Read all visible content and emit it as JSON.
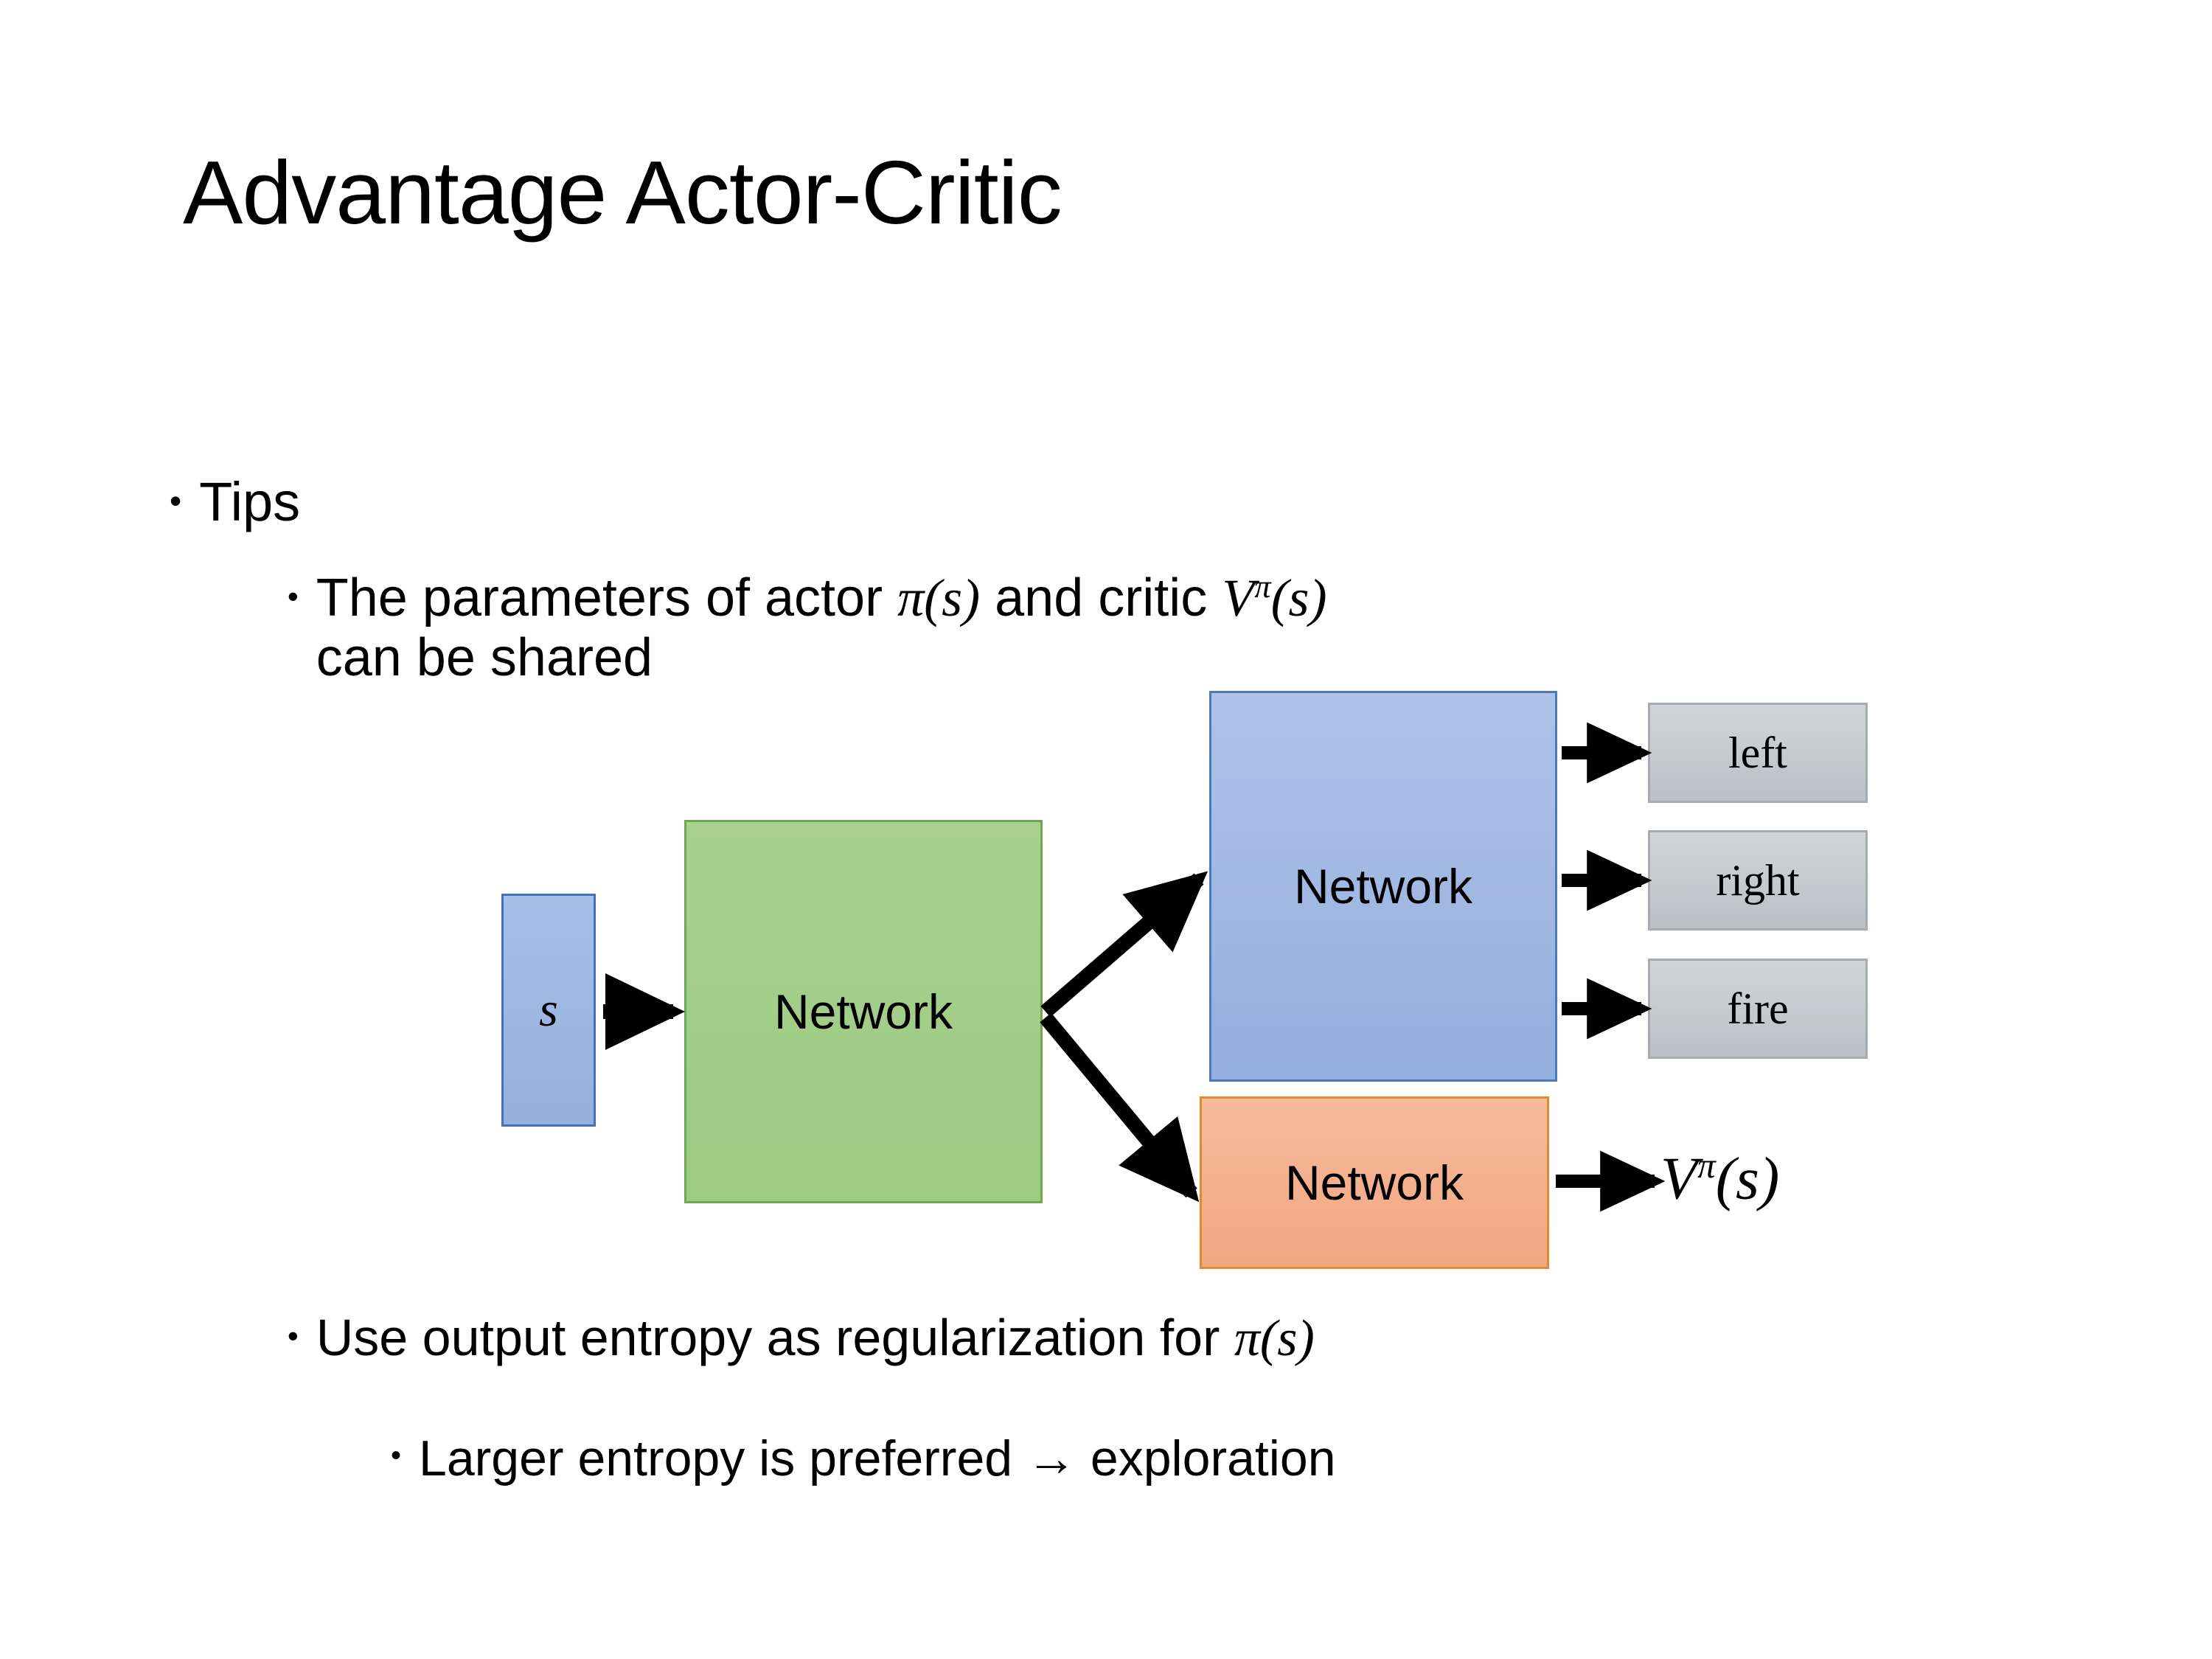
{
  "slide": {
    "title": "Advantage Actor-Critic",
    "background_color": "#ffffff"
  },
  "bullets": {
    "tips": {
      "marker": "•",
      "text": "Tips"
    },
    "shared_params": {
      "marker": "•",
      "text_part1": "The parameters of actor ",
      "math_pi_s": "π(s)",
      "text_part2": "  and critic ",
      "math_v_base": "V",
      "math_v_sup": "π",
      "math_v_arg": "(s)",
      "text_line2": "can be shared"
    },
    "entropy": {
      "marker": "•",
      "text_part1": "Use output entropy as regularization for ",
      "math_pi_s": "π(s)"
    },
    "larger_entropy": {
      "marker": "•",
      "text": "Larger entropy is preferred → exploration"
    }
  },
  "diagram": {
    "state_box": {
      "label": "s",
      "fill": "#9cb5e0",
      "border": "#4472b8"
    },
    "shared_network": {
      "label": "Network",
      "fill": "#a2cd89",
      "border": "#6fa84f"
    },
    "actor_network": {
      "label": "Network",
      "fill": "#9fb7e3",
      "border": "#4a7ab8"
    },
    "critic_network": {
      "label": "Network",
      "fill": "#f4b08e",
      "border": "#e3892f"
    },
    "actions": [
      {
        "label": "left",
        "fill": "#c7cacd",
        "border": "#a6abaf"
      },
      {
        "label": "right",
        "fill": "#c7cacd",
        "border": "#a6abaf"
      },
      {
        "label": "fire",
        "fill": "#c7cacd",
        "border": "#a6abaf"
      }
    ],
    "critic_output": {
      "base": "V",
      "superscript": "π",
      "argument": "(s)"
    },
    "arrow_color": "#000000"
  }
}
